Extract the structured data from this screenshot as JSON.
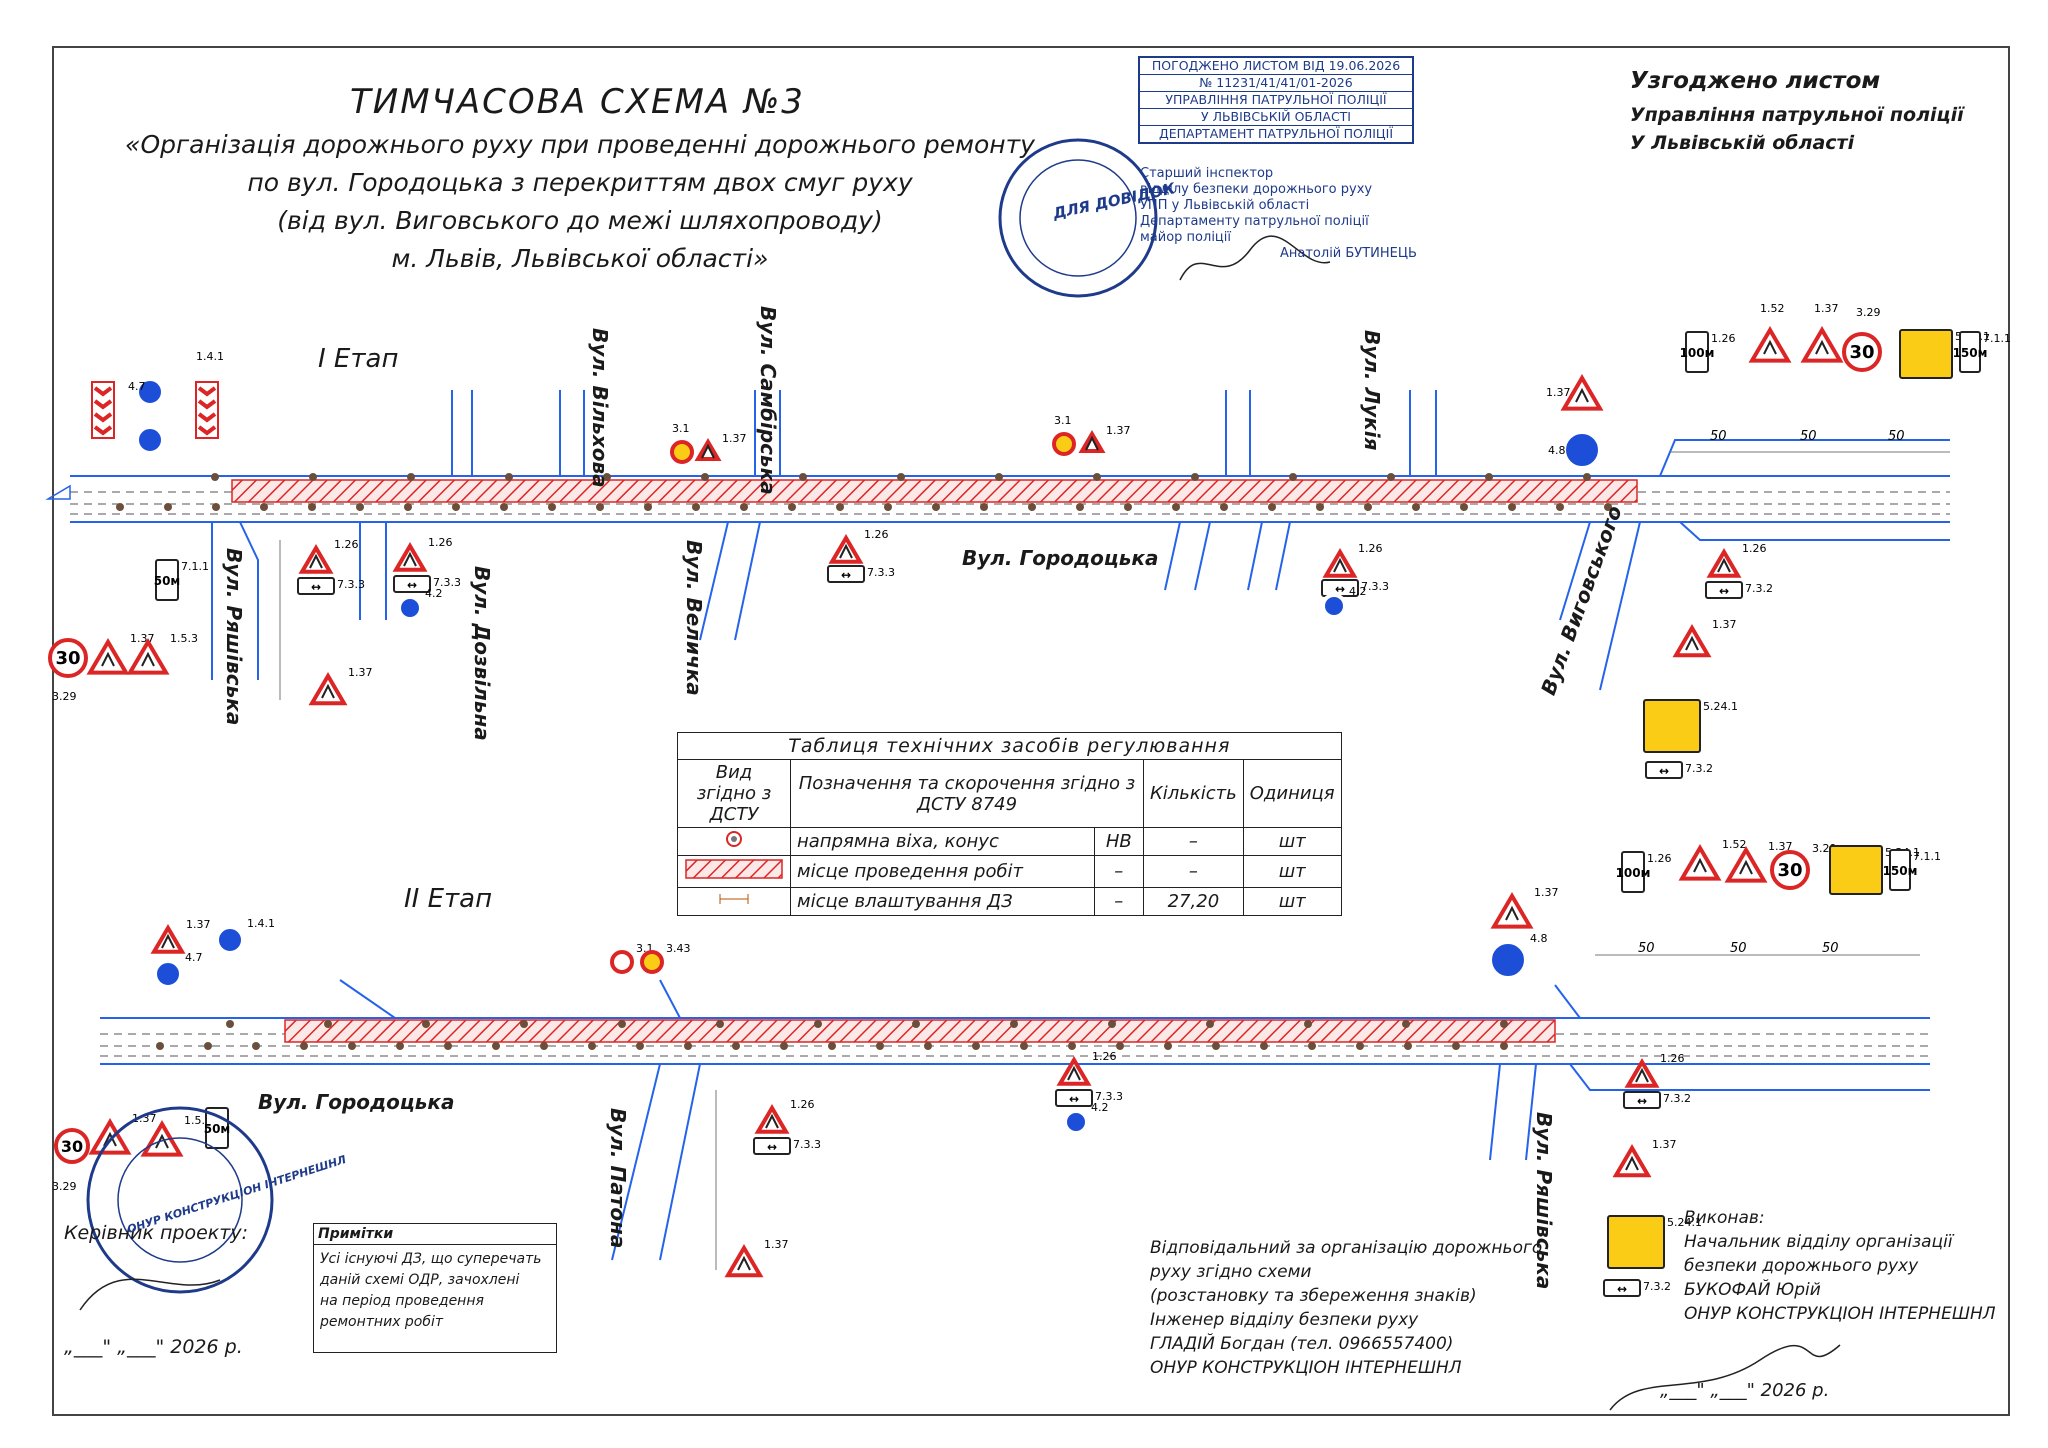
{
  "title": "ТИМЧАСОВА СХЕМА №3",
  "subtitle_lines": [
    "«Організація дорожнього руху при проведенні дорожнього ремонту",
    "по вул. Городоцька з перекриттям двох смуг руху",
    "(від вул. Виговського до межі шляхопроводу)",
    "м. Львів, Львівської області»"
  ],
  "approval": {
    "line1": "Узгоджено листом",
    "line2": "Управління патрульної поліції",
    "line3": "У Львівській області"
  },
  "stamp": {
    "row1": "ПОГОДЖЕНО ЛИСТОМ ВІД 19.06.2026",
    "row2": "№ 11231/41/41/01-2026",
    "row3": "УПРАВЛІННЯ ПАТРУЛЬНОЇ ПОЛІЦІЇ",
    "row4": "У ЛЬВІВСЬКІЙ ОБЛАСТІ",
    "row5": "ДЕПАРТАМЕНТ ПАТРУЛЬНОЇ ПОЛІЦІЇ",
    "note1": "Старший інспектор",
    "note2": "відділу безпеки дорожнього руху",
    "note3": "УПП у Львівській області",
    "note4": "Департаменту патрульної поліції",
    "note5": "майор поліції",
    "signer": "Анатолій БУТИНЕЦЬ"
  },
  "round_stamp_text": "ДЛЯ ДОВІДОК",
  "stage1": "I Етап",
  "stage2": "II Етап",
  "streets": {
    "vilkhova": "Вул. Вільхова",
    "sambirska": "Вул. Самбірська",
    "lukia": "Вул. Лукія",
    "horodotska": "Вул. Городоцька",
    "velychka": "Вул. Величка",
    "riashivska": "Вул. Ряшівська",
    "dozvilna": "Вул. Дозвільна",
    "vyhovskoho": "Вул. Виговського",
    "horodotska2": "Вул. Городоцька",
    "patona": "Вул. Патона",
    "riashivska2": "Вул. Ряшівська"
  },
  "signs": {
    "s126": "1.26",
    "s137": "1.37",
    "s152": "1.52",
    "s153": "1.5.3",
    "s329": "3.29",
    "s5241": "5.24.1",
    "s711": "7.1.1",
    "s733": "7.3.3",
    "s732": "7.3.2",
    "s42": "4.2",
    "s48": "4.8",
    "s31": "3.1",
    "s343": "3.43",
    "s141": "1.4.1",
    "s47": "4.7",
    "s711b": "7.1.1",
    "dist100": "100м",
    "dist150": "150м",
    "dist50": "50м",
    "speed30": "30"
  },
  "distances": {
    "d50": "50"
  },
  "table": {
    "caption": "Таблиця технічних засобів регулювання",
    "h1": "Вид згідно з ДСТУ",
    "h2": "Позначення та скорочення згідно з ДСТУ 8749",
    "h3": "Кількість",
    "h4": "Одиниця",
    "rows": [
      {
        "name": "напрямна віха, конус",
        "abbr": "НВ",
        "qty": "–",
        "unit": "шт"
      },
      {
        "name": "місце проведення робіт",
        "abbr": "–",
        "qty": "–",
        "unit": "шт"
      },
      {
        "name": "місце влаштування ДЗ",
        "abbr": "–",
        "qty": "27,20",
        "unit": "шт"
      }
    ]
  },
  "notes": {
    "heading": "Примітки",
    "body_lines": [
      "Усі існуючі ДЗ, що суперечать",
      "даній схемі ОДР, зачохлені",
      "на період проведення",
      "ремонтних робіт"
    ]
  },
  "manager": {
    "label": "Керівник проекту:",
    "date": "„___\"  „___\" 2026 р.",
    "company_stamp": "ОНУР КОНСТРУКЦІОН ІНТЕРНЕШНЛ"
  },
  "responsible": {
    "lines": [
      "Відповідальний за організацію дорожнього",
      "руху згідно схеми",
      "(розстановку та збереження знаків)",
      "Інженер відділу безпеки руху",
      "ГЛАДІЙ Богдан (тел. 0966557400)",
      "ОНУР КОНСТРУКЦІОН ІНТЕРНЕШНЛ"
    ]
  },
  "executed": {
    "lines": [
      "Виконав:",
      "Начальник відділу організації",
      "безпеки дорожнього руху",
      "БУКОФАЙ Юрій",
      "ОНУР КОНСТРУКЦІОН ІНТЕРНЕШНЛ"
    ],
    "date": "„___\"  „___\" 2026 р."
  },
  "colors": {
    "road": "#2563eb",
    "hatch": "#dc2626",
    "stamp": "#1e3a8a",
    "sign_red": "#dc2626",
    "sign_yellow": "#facc15",
    "sign_blue": "#1d4ed8"
  }
}
